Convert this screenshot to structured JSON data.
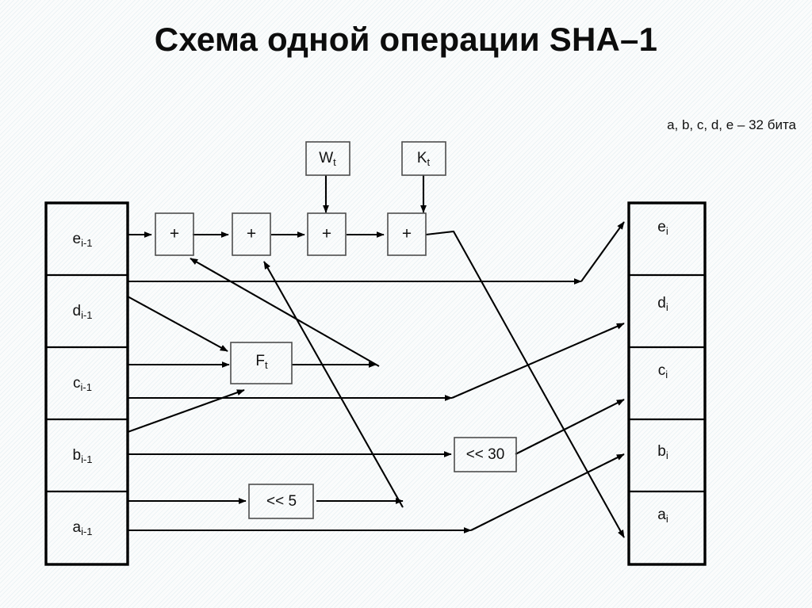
{
  "slide": {
    "title": "Схема одной операции SHA–1",
    "subtitle": "a, b, c, d, e – 32 бита"
  },
  "colors": {
    "background": "#fbfcfc",
    "text": "#111111",
    "line": "#000000",
    "box_stroke": "#4d4d4d",
    "register_stroke": "#000000"
  },
  "diagram": {
    "type": "block-diagram",
    "input_register": {
      "name": "input-register",
      "cells": [
        {
          "id": "e_in",
          "label": "e",
          "sub": "i-1"
        },
        {
          "id": "d_in",
          "label": "d",
          "sub": "i-1"
        },
        {
          "id": "c_in",
          "label": "c",
          "sub": "i-1"
        },
        {
          "id": "b_in",
          "label": "b",
          "sub": "i-1"
        },
        {
          "id": "a_in",
          "label": "a",
          "sub": "i-1"
        }
      ]
    },
    "output_register": {
      "name": "output-register",
      "cells": [
        {
          "id": "e_out",
          "label": "e",
          "sub": "i"
        },
        {
          "id": "d_out",
          "label": "d",
          "sub": "i"
        },
        {
          "id": "c_out",
          "label": "c",
          "sub": "i"
        },
        {
          "id": "b_out",
          "label": "b",
          "sub": "i"
        },
        {
          "id": "a_out",
          "label": "a",
          "sub": "i"
        }
      ]
    },
    "operator_boxes": [
      {
        "id": "add1",
        "label": "+",
        "sub": ""
      },
      {
        "id": "add2",
        "label": "+",
        "sub": ""
      },
      {
        "id": "add3",
        "label": "+",
        "sub": ""
      },
      {
        "id": "add4",
        "label": "+",
        "sub": ""
      },
      {
        "id": "wt",
        "label": "W",
        "sub": "t"
      },
      {
        "id": "kt",
        "label": "K",
        "sub": "t"
      },
      {
        "id": "ft",
        "label": "F",
        "sub": "t"
      },
      {
        "id": "shl5",
        "label": "<< 5",
        "sub": ""
      },
      {
        "id": "shl30",
        "label": "<< 30",
        "sub": ""
      }
    ]
  }
}
